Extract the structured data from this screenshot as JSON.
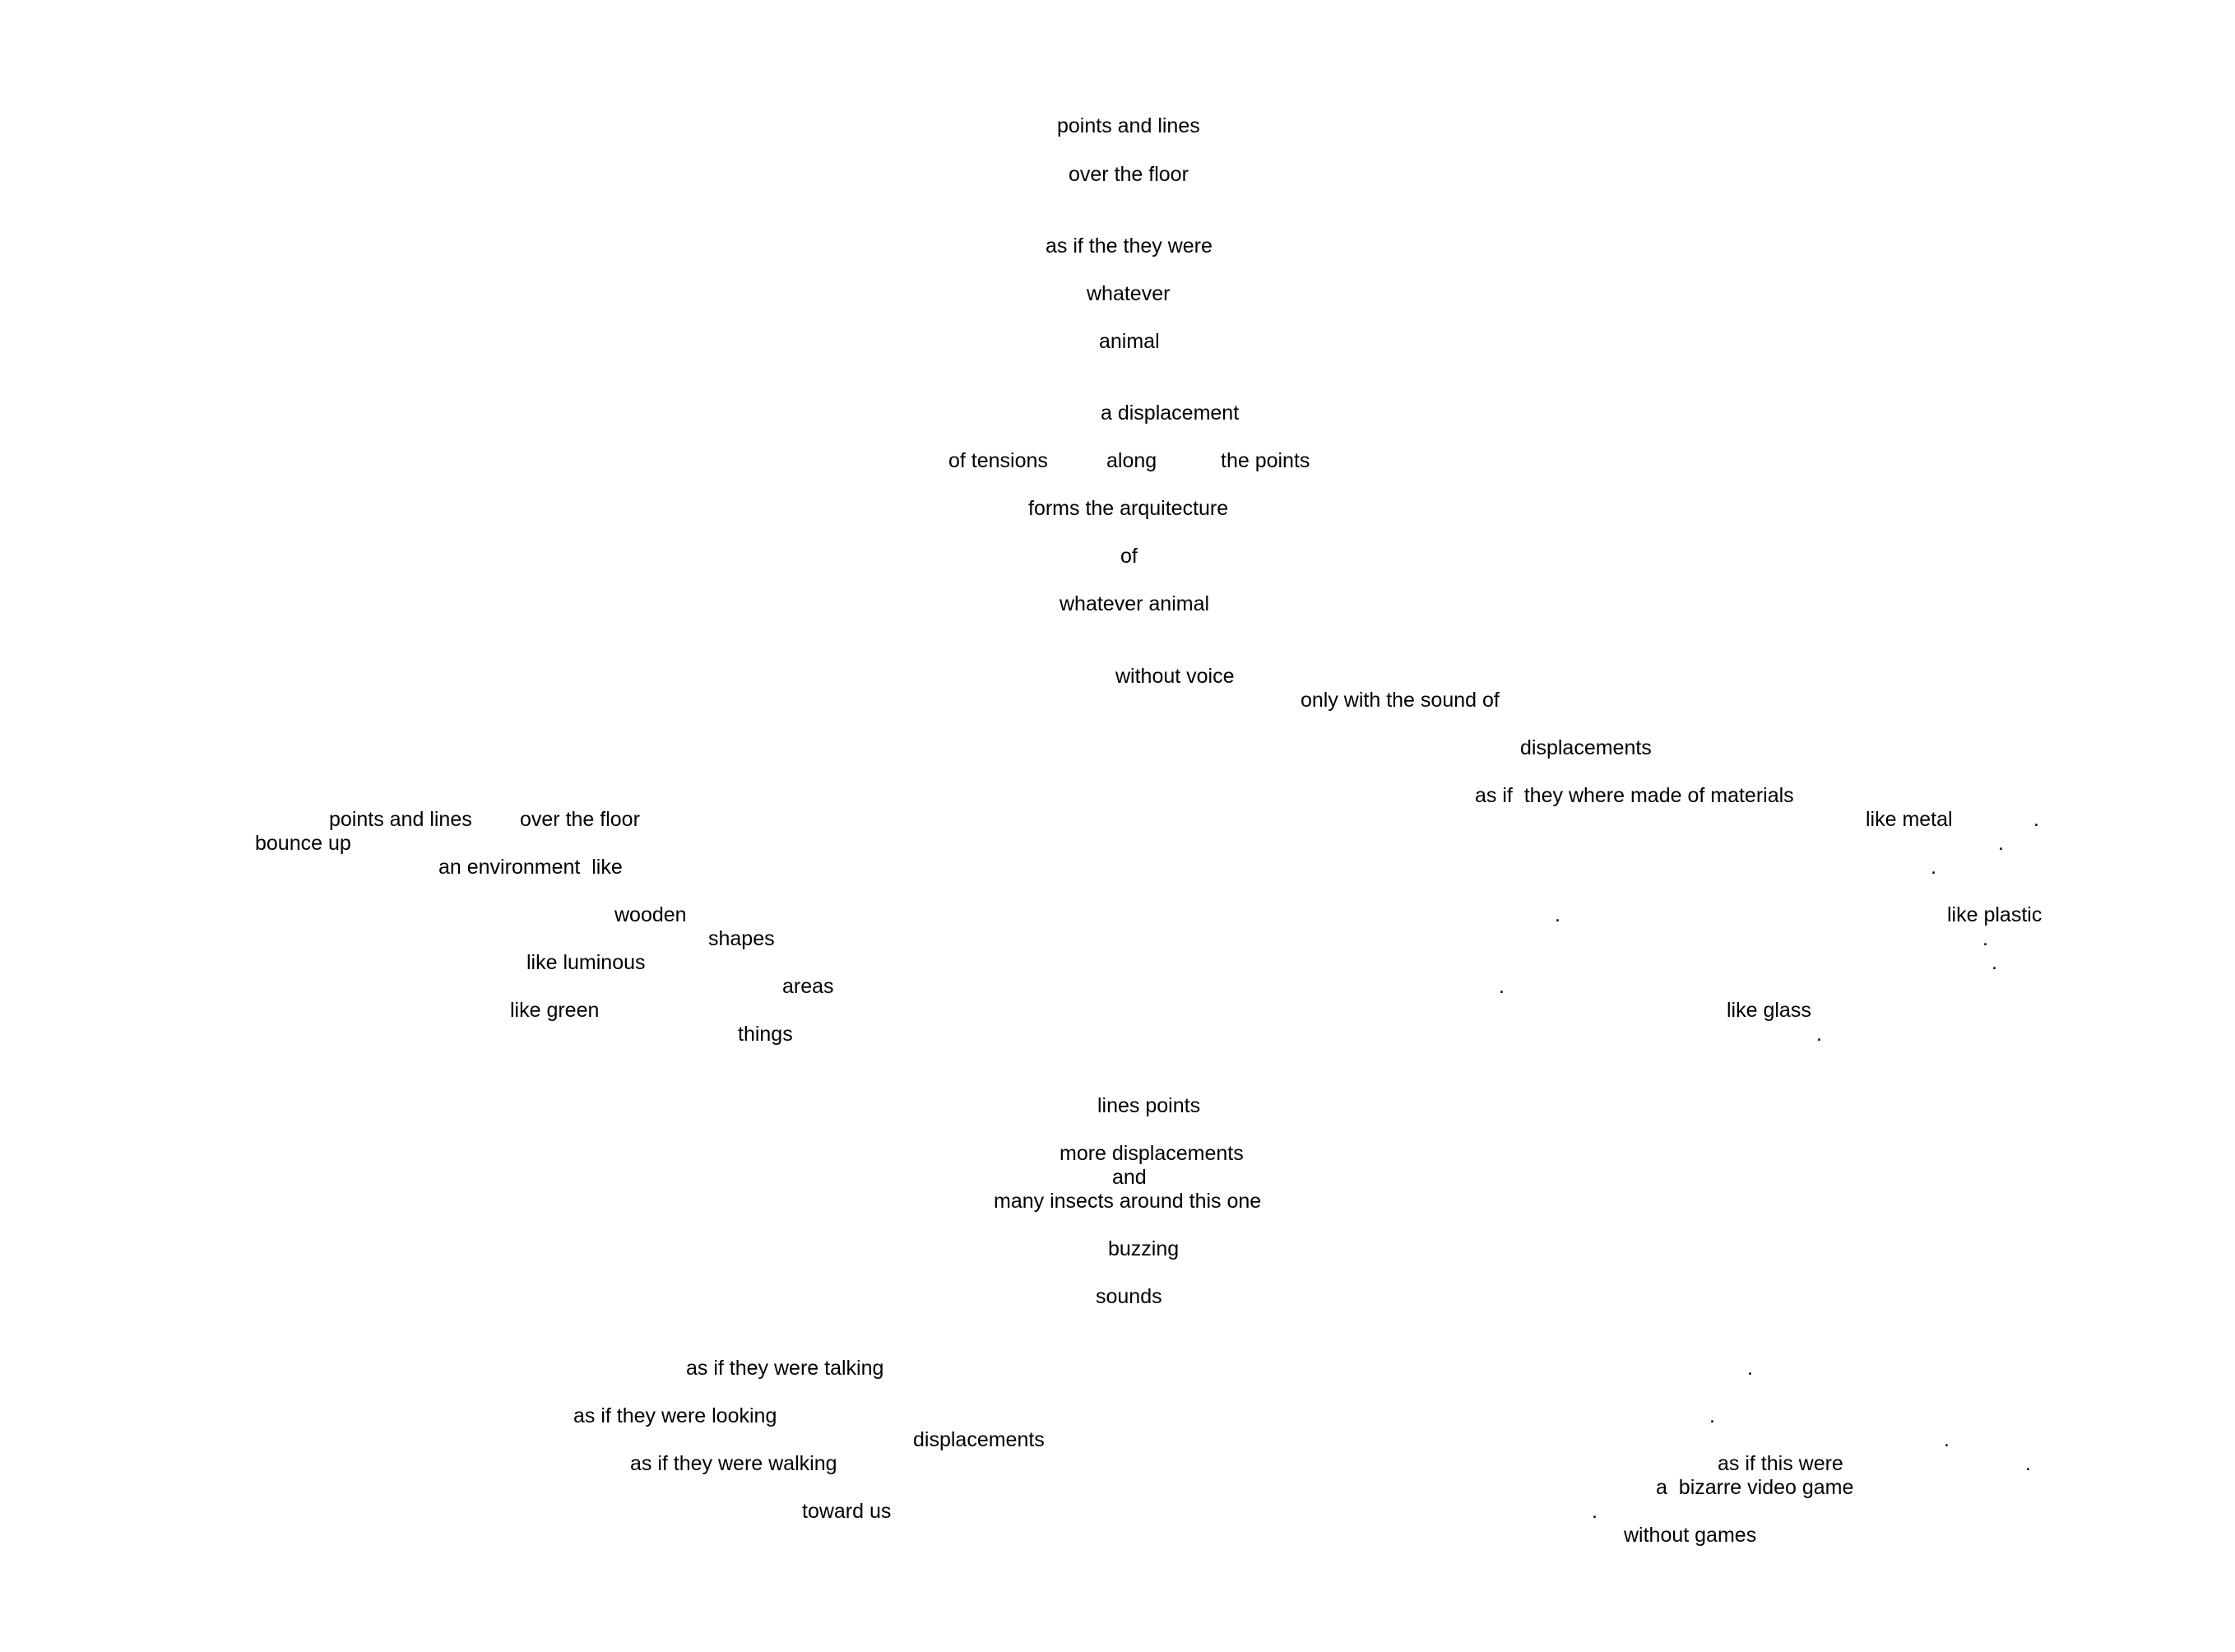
{
  "colors": {
    "background": "#ffffff",
    "text": "#000000"
  },
  "poem": {
    "top": {
      "l1": "points and lines",
      "l2": "over the floor",
      "l3": "as if the they were",
      "l4": "whatever",
      "l5": "animal",
      "l6": "a displacement",
      "l7a": "of tensions",
      "l7b": "along",
      "l7c": "the points",
      "l8": "forms the arquitecture",
      "l9": "of",
      "l10": "whatever animal",
      "l11": "without voice",
      "l12": "only with the sound of",
      "l13": "displacements",
      "l14": "as if  they where made of materials"
    },
    "left": {
      "a": "points and lines",
      "b": "over the floor",
      "c": "bounce up",
      "d": "an environment  like",
      "e": "wooden",
      "f": "shapes",
      "g": "like luminous",
      "h": "areas",
      "i": "like green",
      "j": "things"
    },
    "right": {
      "metal": "like metal",
      "plastic": "like plastic",
      "glass": "like glass"
    },
    "center": {
      "c1": "lines points",
      "c2": "more displacements",
      "c3": "and",
      "c4": "many insects around this one",
      "c5": "buzzing",
      "c6": "sounds"
    },
    "bottom_left": {
      "b1": "as if they were talking",
      "b2": "as if they were looking",
      "b3": "displacements",
      "b4": "as if they were walking",
      "b5": "toward us"
    },
    "bottom_right": {
      "r1": "as if this were",
      "r2": "a  bizarre video game",
      "r3": "without games"
    },
    "dot": "."
  }
}
